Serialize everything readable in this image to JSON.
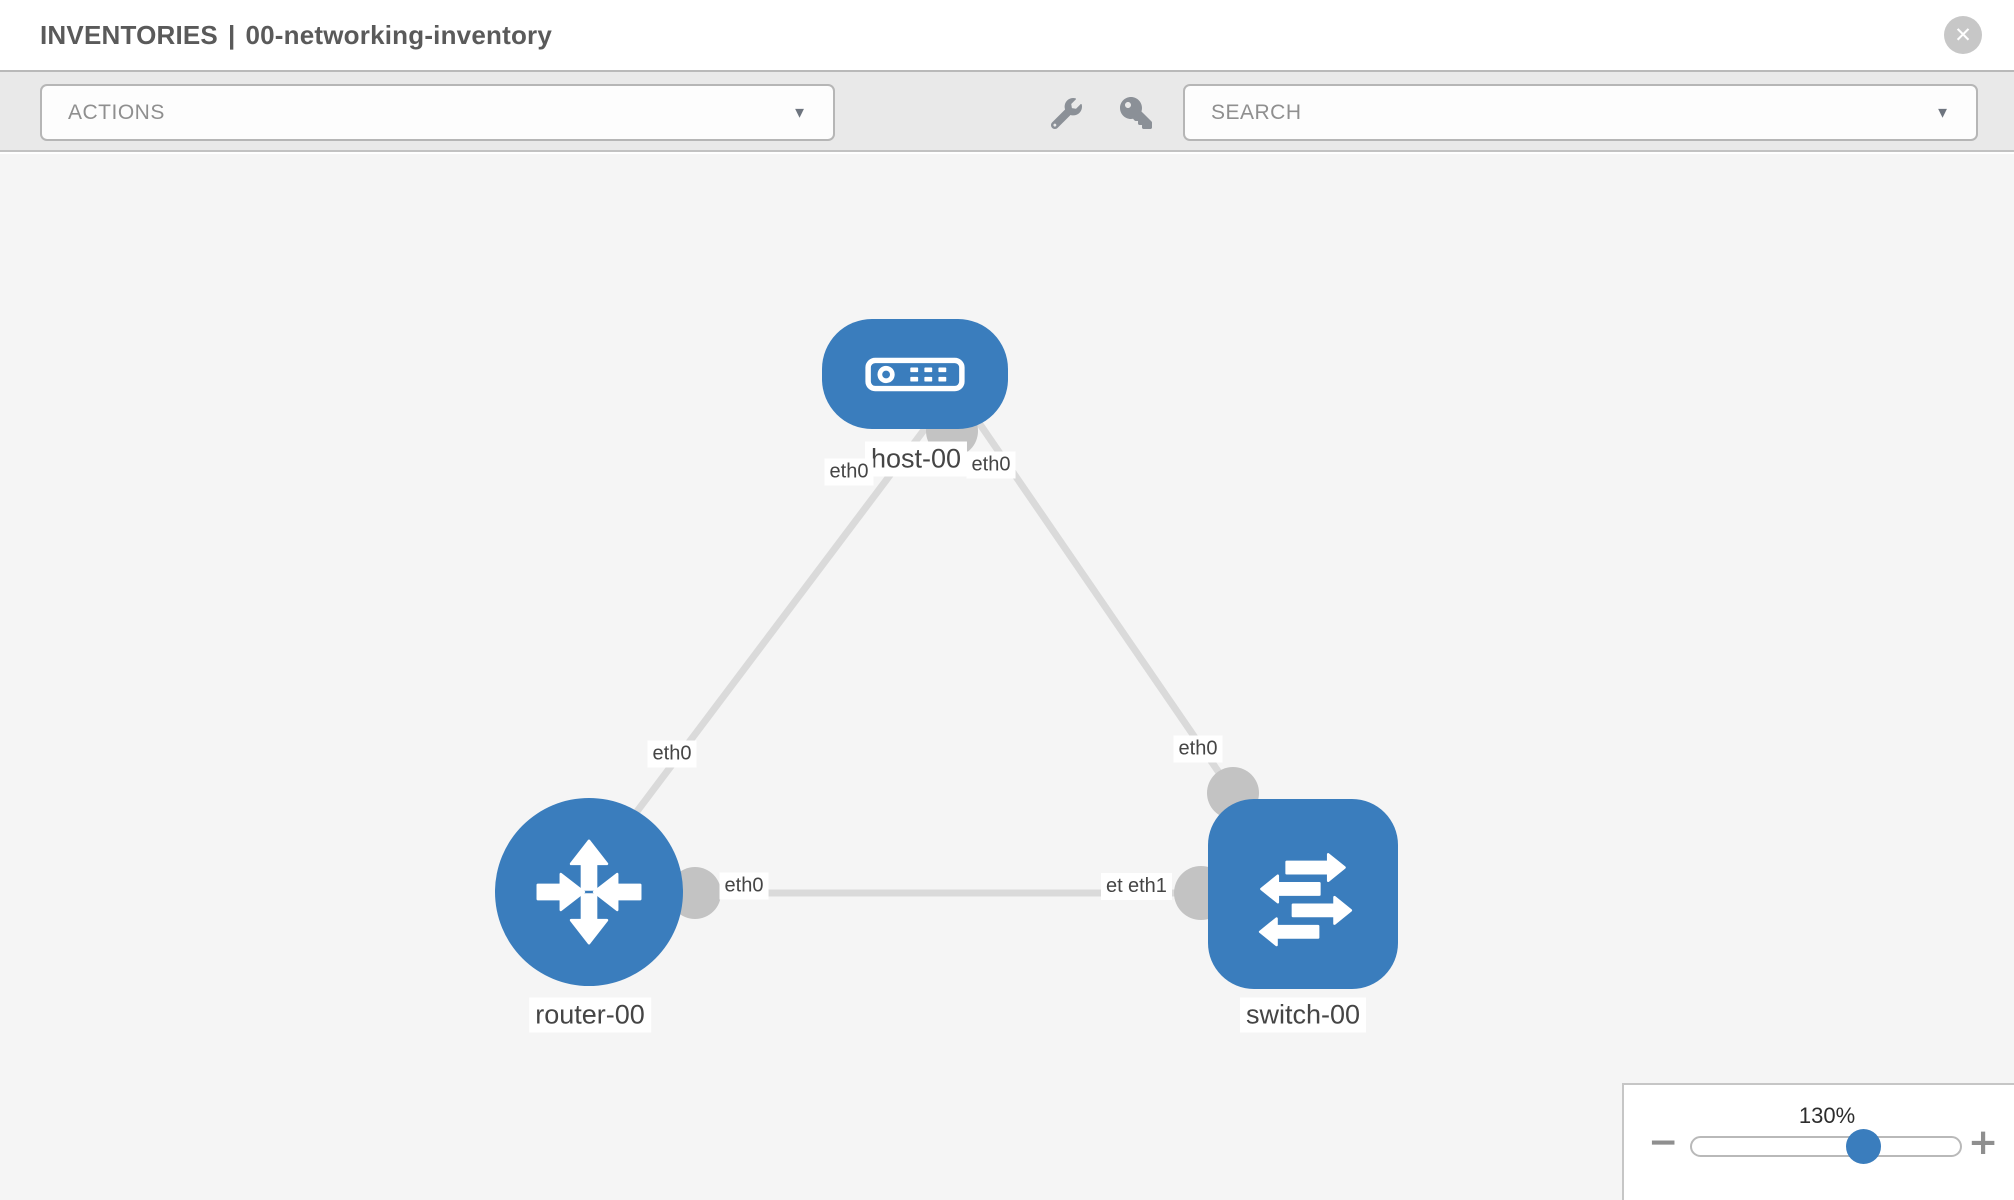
{
  "header": {
    "breadcrumb": "INVENTORIES",
    "separator": "|",
    "inventory_name": "00-networking-inventory",
    "close_icon": "✕"
  },
  "toolbar": {
    "actions_placeholder": "ACTIONS",
    "search_placeholder": "SEARCH",
    "chevron_icon": "▼",
    "tool_icons": [
      "wrench-icon",
      "key-icon"
    ]
  },
  "canvas": {
    "nodes": [
      {
        "id": "host-00",
        "label": "host-00",
        "type": "host",
        "icon": "server-icon"
      },
      {
        "id": "router-00",
        "label": "router-00",
        "type": "router",
        "icon": "router-arrows-icon"
      },
      {
        "id": "switch-00",
        "label": "switch-00",
        "type": "switch",
        "icon": "switch-arrows-icon"
      }
    ],
    "links": [
      {
        "id": "host-router",
        "from": "host-00",
        "to": "router-00",
        "labels": {
          "host_end": "eth0",
          "router_end": "eth0"
        }
      },
      {
        "id": "host-switch",
        "from": "host-00",
        "to": "switch-00",
        "labels": {
          "host_end": "eth0",
          "switch_end": "eth0"
        }
      },
      {
        "id": "router-switch",
        "from": "router-00",
        "to": "switch-00",
        "labels": {
          "router_end": "eth0",
          "switch_end_back": "eth0",
          "switch_end_front": "eth1"
        }
      }
    ]
  },
  "zoom_control": {
    "level": "130%",
    "minus_icon": "−",
    "plus_icon": "+"
  },
  "colors": {
    "node_blue": "#3a7dbd",
    "link_gray": "#dadada",
    "port_gray": "#c3c3c3",
    "canvas_bg": "#f5f5f5",
    "toolbar_bg": "#e9e9e9"
  }
}
